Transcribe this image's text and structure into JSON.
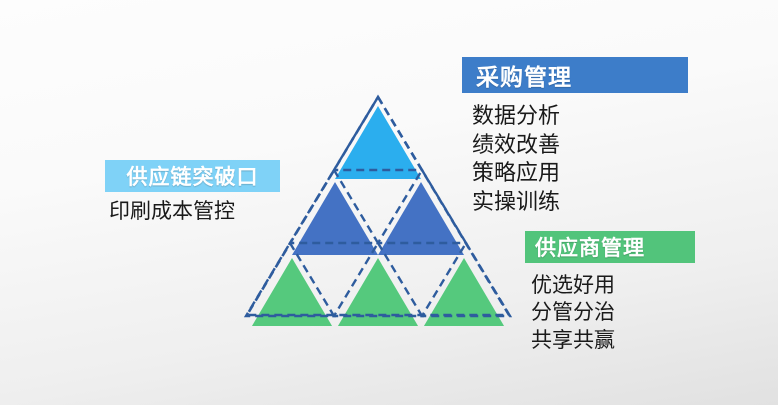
{
  "slide": {
    "background_top_color": "#FDFDFD",
    "background_bottom_color": "#E1E1E1"
  },
  "pyramid": {
    "outline_color": "#2E5C9E",
    "outline_style": "dashed",
    "rows": [
      {
        "row": 1,
        "count": 1,
        "fill": "#2BAEEE",
        "name": "top-tier"
      },
      {
        "row": 2,
        "count": 2,
        "fill": "#4472C4",
        "name": "middle-tier"
      },
      {
        "row": 3,
        "count": 3,
        "fill": "#55C97D",
        "name": "bottom-tier"
      }
    ]
  },
  "supply_chain": {
    "title": "供应链突破口",
    "title_bg": "#7FD2F7",
    "items": [
      "印刷成本管控"
    ],
    "body_text": "印刷成本管控"
  },
  "purchasing": {
    "title": "采购管理",
    "title_bg": "#3D7DC9",
    "items": [
      "数据分析",
      "绩效改善",
      "策略应用",
      "实操训练"
    ],
    "body_text": "数据分析\n绩效改善\n策略应用\n实操训练"
  },
  "suppliers": {
    "title": "供应商管理",
    "title_bg": "#52C47B",
    "items": [
      "优选好用",
      "分管分治",
      "共享共赢"
    ],
    "body_text": "优选好用\n分管分治\n共享共赢"
  }
}
